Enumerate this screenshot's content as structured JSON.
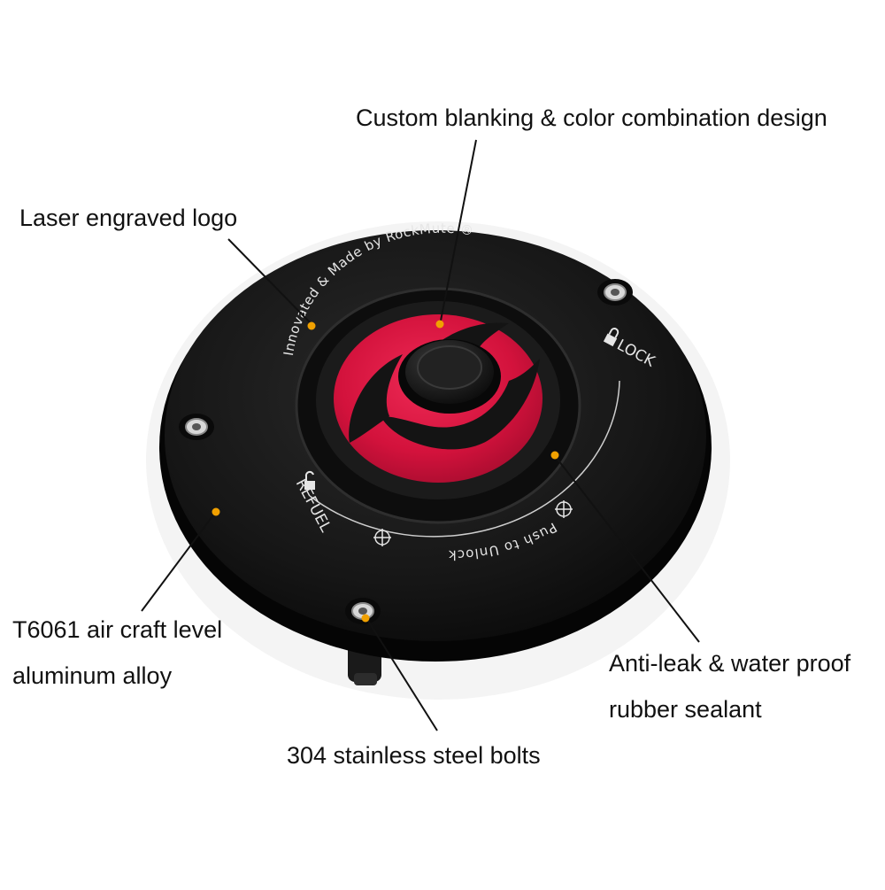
{
  "callouts": {
    "custom_design": "Custom blanking & color combination design",
    "laser_logo": "Laser engraved logo",
    "alloy_line1": "T6061 air craft level",
    "alloy_line2": "aluminum alloy",
    "sealant_line1": "Anti-leak & water proof",
    "sealant_line2": "rubber sealant",
    "bolts": "304 stainless steel bolts"
  },
  "engraving": {
    "brand_arc": "Innovated & Made by RockMute ®",
    "lock": "LOCK",
    "refuel": "REFUEL",
    "push_to_unlock": "Push to Unlock"
  },
  "colors": {
    "cap_body": "#141414",
    "insert_red": "#d3123c",
    "marker_dot": "#f0a000",
    "leader_line": "#111111"
  }
}
